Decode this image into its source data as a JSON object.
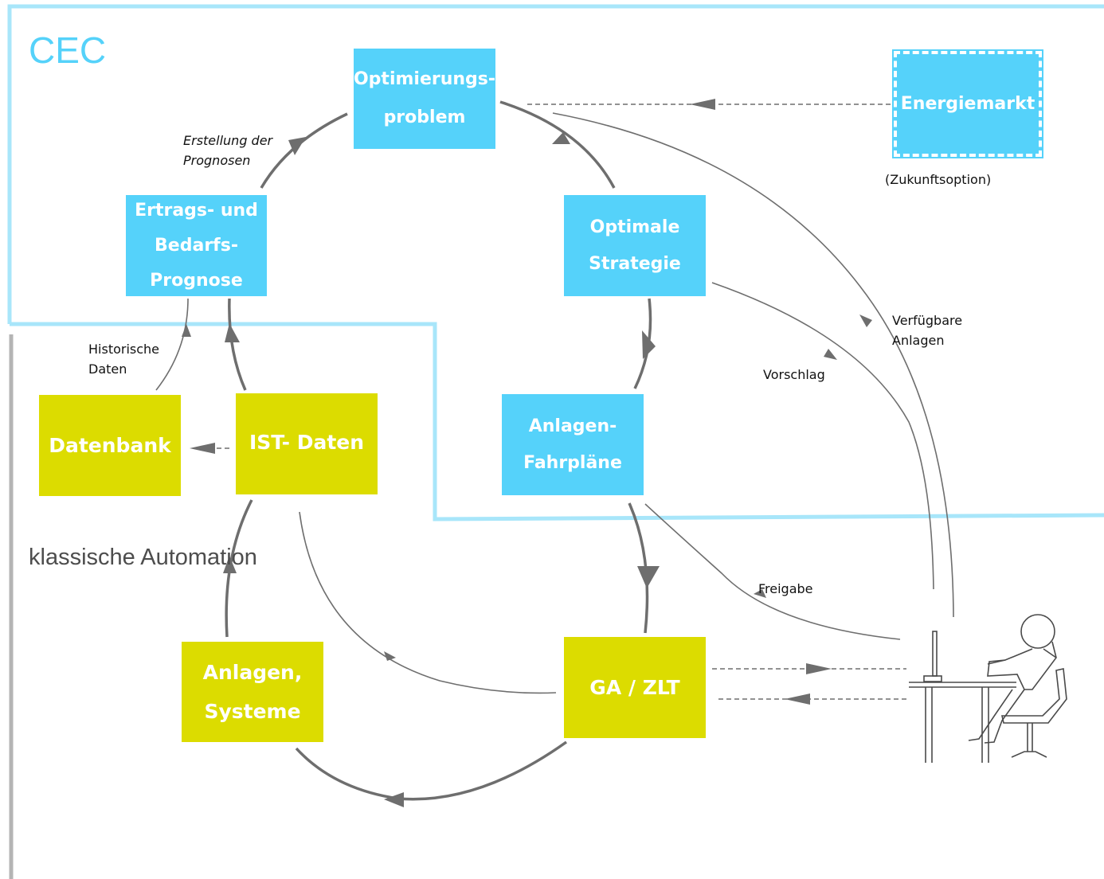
{
  "regions": {
    "cec": "CEC",
    "classic": "klassische Automation"
  },
  "nodes": {
    "optimierungsproblem": [
      "Optimierungs-",
      "problem"
    ],
    "energiemarkt": [
      "Energiemarkt"
    ],
    "prognose": [
      "Ertrags- und",
      "Bedarfs-",
      "Prognose"
    ],
    "strategie": [
      "Optimale",
      "Strategie"
    ],
    "datenbank": [
      "Datenbank"
    ],
    "ist_daten": [
      "IST- Daten"
    ],
    "fahrplaene": [
      "Anlagen-",
      "Fahrpläne"
    ],
    "anlagen": [
      "Anlagen,",
      "Systeme"
    ],
    "ga_zlt": [
      "GA / ZLT"
    ]
  },
  "labels": {
    "erstellung": [
      "Erstellung der",
      "Prognosen"
    ],
    "zukunft": "(Zukunftsoption)",
    "historische": [
      "Historische",
      "Daten"
    ],
    "verfuegbare": [
      "Verfügbare",
      "Anlagen"
    ],
    "vorschlag": "Vorschlag",
    "freigabe": "Freigabe"
  },
  "colors": {
    "cec_accent": "#55d2fa",
    "automation_accent": "#dcdc00",
    "classic_border": "#b4b4b4",
    "arrow": "#6e6e6e"
  },
  "icons": {
    "operator": "person-at-computer-desk-icon"
  }
}
